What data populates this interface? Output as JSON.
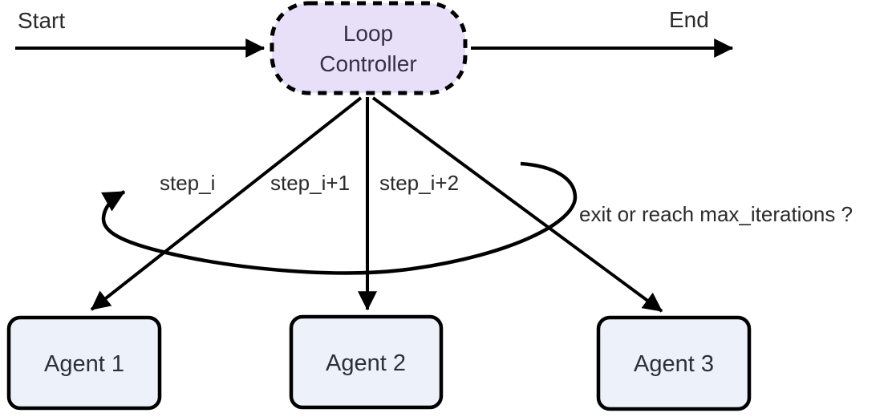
{
  "diagram": {
    "type": "flowchart-loop-pattern",
    "start_label": "Start",
    "end_label": "End",
    "loop_controller": {
      "label": "Loop Controller",
      "label_lines": [
        "Loop",
        "Controller"
      ]
    },
    "agents": [
      {
        "label": "Agent 1"
      },
      {
        "label": "Agent 2"
      },
      {
        "label": "Agent 3"
      }
    ],
    "edge_labels": {
      "step_1": "step_i",
      "step_2": "step_i+1",
      "step_3": "step_i+2",
      "exit_condition": "exit or reach max_iterations ?"
    }
  },
  "colors": {
    "loop_controller_fill": "#e8e0f8",
    "agent_fill": "#edf1fa",
    "edge_stroke": "#000000",
    "label_text": "#2b2b2b",
    "node_text": "#343048",
    "agent_text": "#2c303a"
  }
}
